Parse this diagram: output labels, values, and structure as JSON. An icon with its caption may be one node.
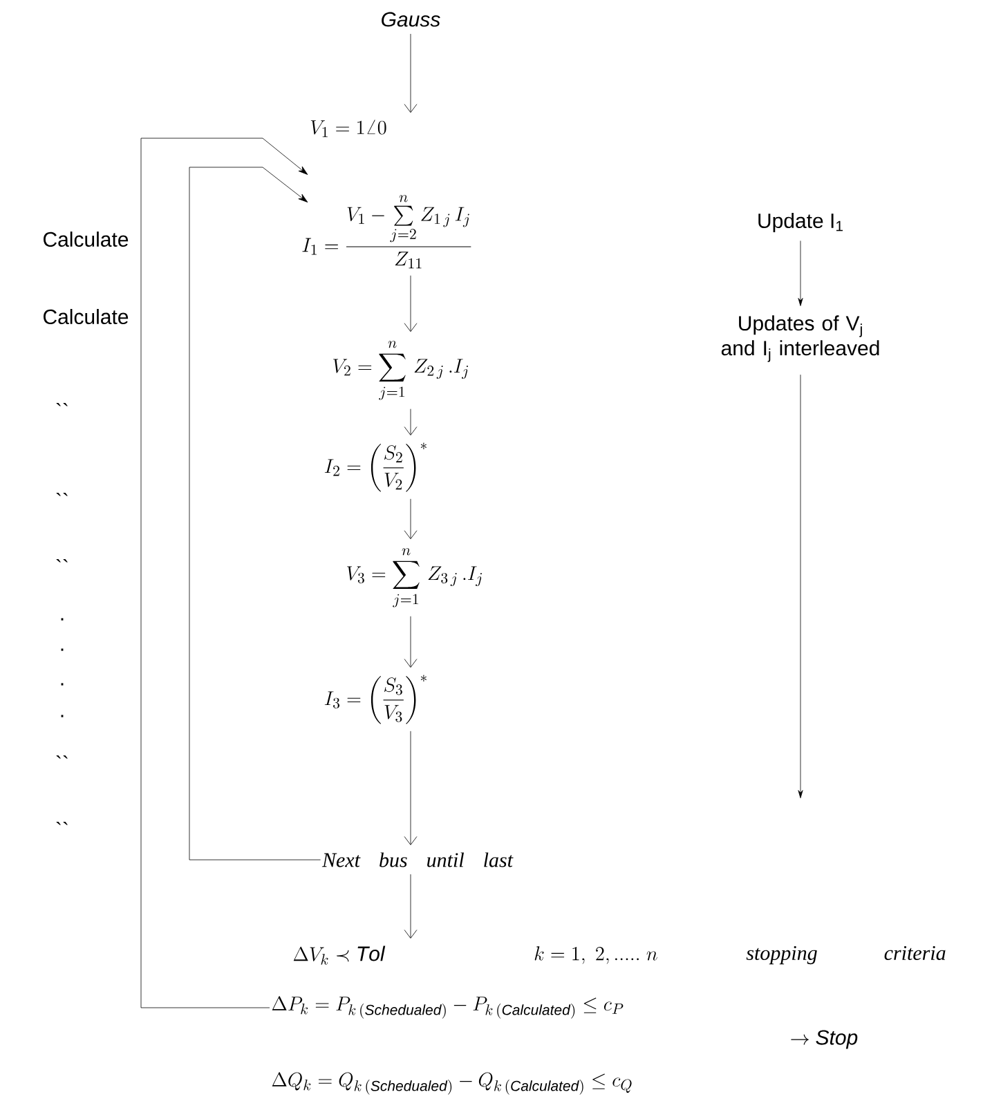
{
  "diagram": {
    "nodes": [
      {
        "text": [
          "Gauss"
        ]
      },
      {
        "text": [
          "V_1 = 1\\angle 0"
        ]
      },
      {
        "text": [
          "I_1 = \\frac{V_1 - \\sum\\limits_{j=2}^{n} Z_{1\\,j}\\, I_j}{Z_{11}}"
        ]
      },
      {
        "text": [
          "V_2 = \\sum\\limits_{j=1}^{n}\\, Z_{2\\,j}\\,.I_j"
        ]
      },
      {
        "text": [
          "I_2 = \\left(\\frac{S_2}{V_2}\\right)^{*}"
        ]
      },
      {
        "text": [
          "V_3 = \\sum\\limits_{j=1}^{n}\\, Z_{3\\,j}\\,.I_j"
        ]
      },
      {
        "text": [
          "I_3 = \\left(\\frac{S_3}{V_3}\\right)^{*}"
        ]
      },
      {
        "text": [
          "Next bus until last"
        ]
      },
      {
        "text": [
          "\\Delta V_k \\prec \\mathit{Tol}"
        ]
      },
      {
        "text": [
          "\\Delta P_k = P_{k\\,(\\mathit{Schedualed})} - P_{k\\,(\\mathit{Calculated})} \\le c_P"
        ]
      },
      {
        "text": [
          "\\Delta Q_k = Q_{k\\,(\\mathit{Schedualed})} - Q_{k\\,(\\mathit{Calculated})} \\le c_Q"
        ]
      },
      {
        "text": [
          "Update I$_{1}$"
        ]
      },
      {
        "text": [
          "Updates of V$_{j}$ and I$_{j}$ interleaved"
        ]
      }
    ],
    "edges": [
      {
        "from": 0,
        "to": 1,
        "arrow": "to"
      },
      {
        "from": 2,
        "to": 3,
        "arrow": "to"
      },
      {
        "from": 3,
        "to": 4,
        "arrow": "to"
      },
      {
        "from": 4,
        "to": 5,
        "arrow": "to"
      },
      {
        "from": 5,
        "to": 6,
        "arrow": "to"
      },
      {
        "from": 6,
        "to": 7,
        "arrow": "to"
      },
      {
        "from": 7,
        "to": 8,
        "arrow": "to"
      },
      {
        "from": 9,
        "to": 2,
        "arrow": "to"
      },
      {
        "from": 7,
        "to": 2,
        "arrow": "to"
      },
      {
        "from": 11,
        "to": 12,
        "arrow": "to"
      },
      {
        "from": 12,
        "to": null,
        "arrow": "to"
      }
    ],
    "labels": [
      "Calculate",
      "Calculate",
      "``",
      "``",
      "``",
      ".",
      ".",
      ".",
      ".",
      "``",
      "``",
      "k = 1,\\ 2,.....\\ n",
      "stopping criteria",
      "\\rightarrow \\mathit{Stop}"
    ]
  }
}
